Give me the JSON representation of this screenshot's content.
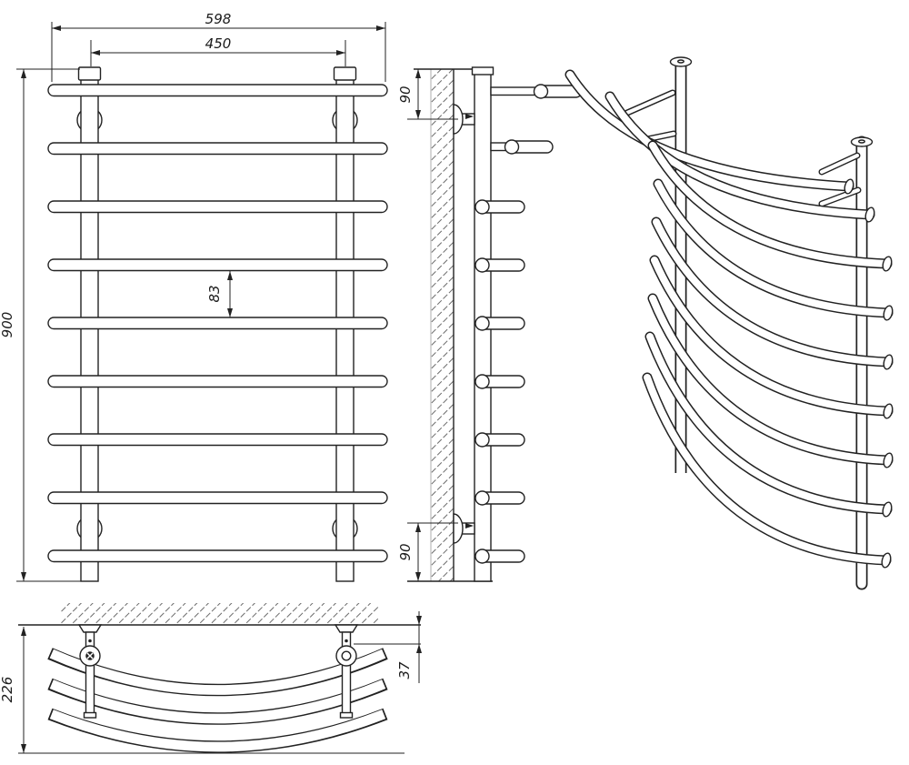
{
  "drawing": {
    "type": "technical-drawing",
    "subject": "curved ladder towel rail, four views",
    "colors": {
      "line": "#222222",
      "background": "#ffffff"
    },
    "dimensions": {
      "front": {
        "overall_width": "598",
        "mount_spacing": "450",
        "overall_height": "900",
        "rung_gap": "83"
      },
      "side": {
        "top_mount_offset": "90",
        "bottom_mount_offset": "90"
      },
      "plan": {
        "depth": "226",
        "wall_to_post": "37"
      }
    }
  }
}
